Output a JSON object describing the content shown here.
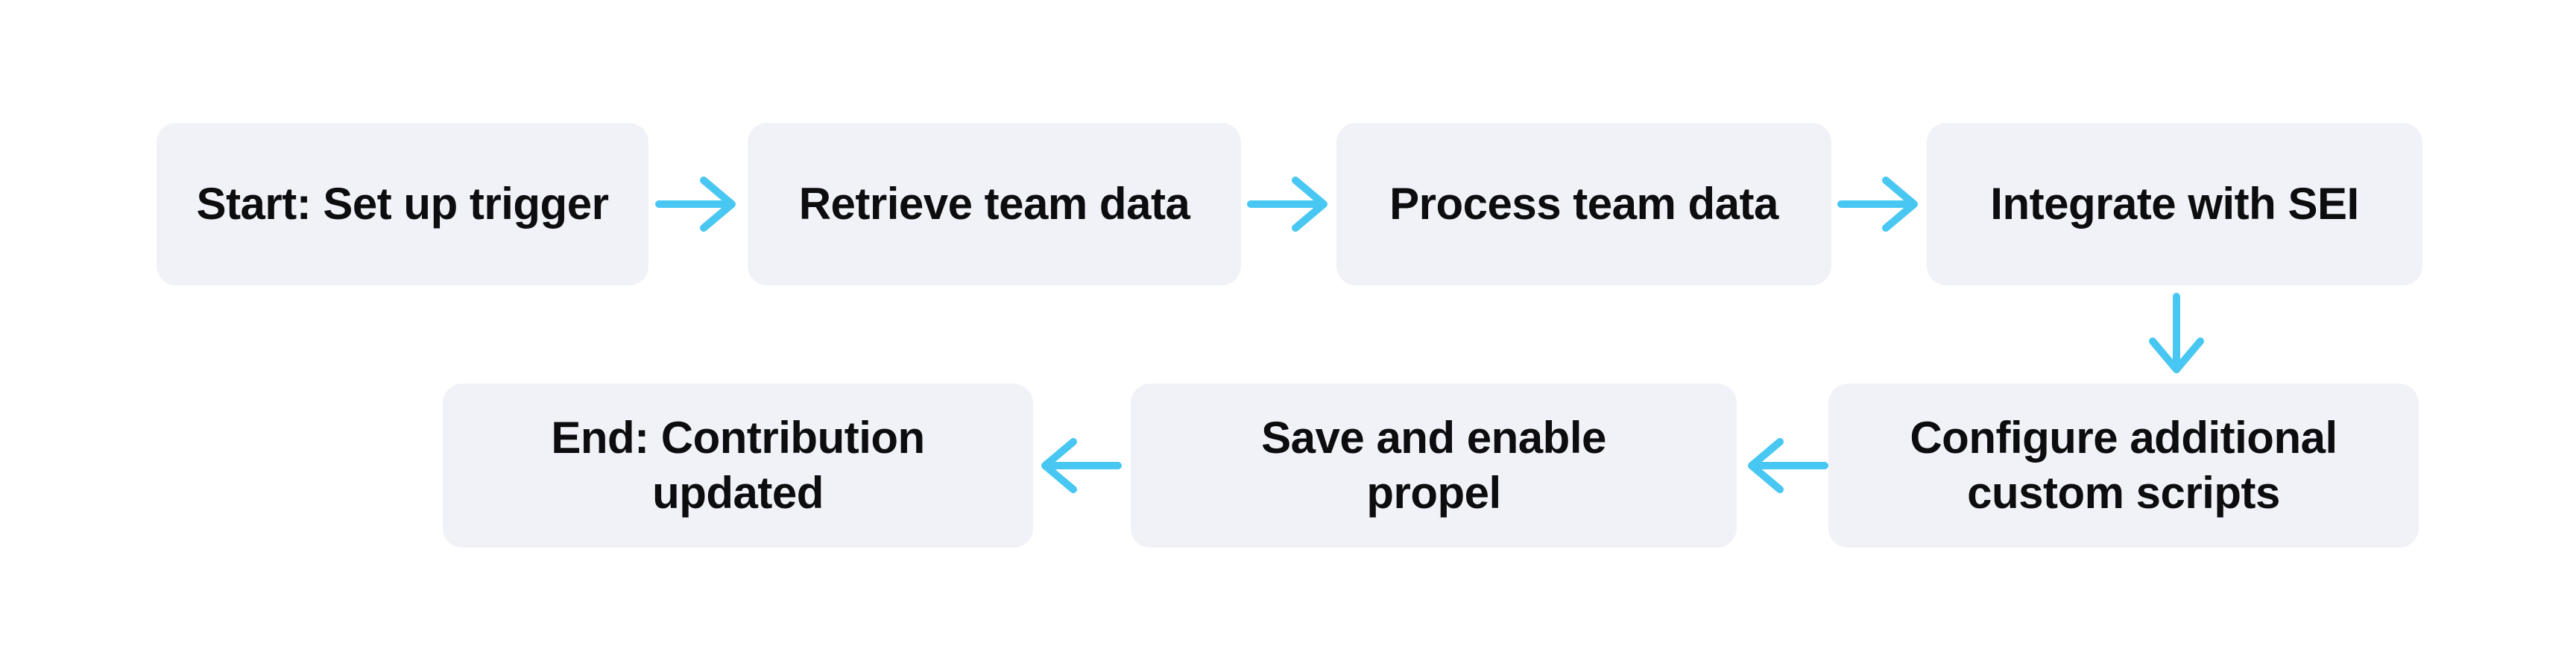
{
  "colors": {
    "canvas-bg": "#ffffff",
    "node-bg": "#f1f2f7",
    "text": "#0d0d10",
    "arrow": "#47c7f2"
  },
  "diagram": {
    "type": "flowchart",
    "nodes": [
      {
        "id": "start",
        "label": "Start: Set up trigger"
      },
      {
        "id": "retrieve",
        "label": "Retrieve team data"
      },
      {
        "id": "process",
        "label": "Process team data"
      },
      {
        "id": "integrate",
        "label": "Integrate with SEI"
      },
      {
        "id": "configure",
        "label": "Configure additional\ncustom scripts"
      },
      {
        "id": "save",
        "label": "Save and enable\npropel"
      },
      {
        "id": "end",
        "label": "End: Contribution\nupdated"
      }
    ],
    "edges": [
      {
        "from": "start",
        "to": "retrieve",
        "direction": "right"
      },
      {
        "from": "retrieve",
        "to": "process",
        "direction": "right"
      },
      {
        "from": "process",
        "to": "integrate",
        "direction": "right"
      },
      {
        "from": "integrate",
        "to": "configure",
        "direction": "down"
      },
      {
        "from": "configure",
        "to": "save",
        "direction": "left"
      },
      {
        "from": "save",
        "to": "end",
        "direction": "left"
      }
    ]
  }
}
